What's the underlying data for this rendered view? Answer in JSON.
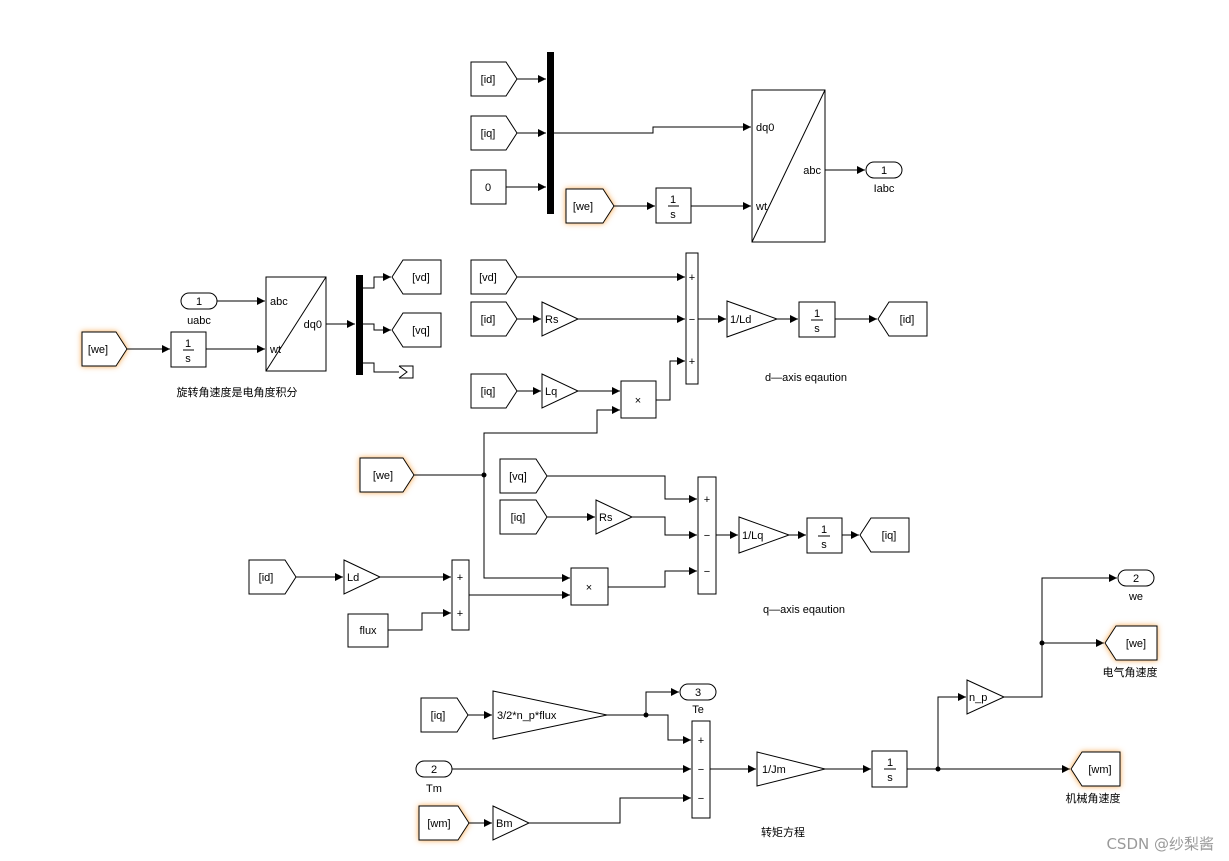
{
  "tags": {
    "id": "[id]",
    "iq": "[iq]",
    "we": "[we]",
    "vd": "[vd]",
    "vq": "[vq]",
    "wm": "[wm]"
  },
  "constants": {
    "zero": "0",
    "flux": "flux"
  },
  "integrator": {
    "num": "1",
    "den": "s"
  },
  "transform_dq0_abc": {
    "in1": "dq0",
    "in2": "wt",
    "out": "abc"
  },
  "transform_abc_dq0": {
    "in1": "abc",
    "in2": "wt",
    "out": "dq0"
  },
  "ports": {
    "iabc": {
      "num": "1",
      "name": "Iabc"
    },
    "uabc": {
      "num": "1",
      "name": "uabc"
    },
    "we_out": {
      "num": "2",
      "name": "we"
    },
    "te_out": {
      "num": "3",
      "name": "Te"
    },
    "tm_in": {
      "num": "2",
      "name": "Tm"
    }
  },
  "gains": {
    "rs": "Rs",
    "lq": "Lq",
    "ld": "Ld",
    "inv_ld": "1/Ld",
    "inv_lq": "1/Lq",
    "torque": "3/2*n_p*flux",
    "inv_jm": "1/Jm",
    "bm": "Bm",
    "np": "n_p"
  },
  "signs": {
    "plus": "+",
    "minus": "−",
    "times": "×"
  },
  "notes": {
    "integrate": "旋转角速度是电角度积分",
    "d_axis": "d—axis eqaution",
    "q_axis": "q—axis eqaution",
    "torque_eq": "转矩方程",
    "elec_speed": "电气角速度",
    "mech_speed": "机械角速度"
  },
  "watermark": "CSDN @纱梨酱",
  "colors": {
    "highlight": "#f5a040",
    "line": "#000000"
  }
}
